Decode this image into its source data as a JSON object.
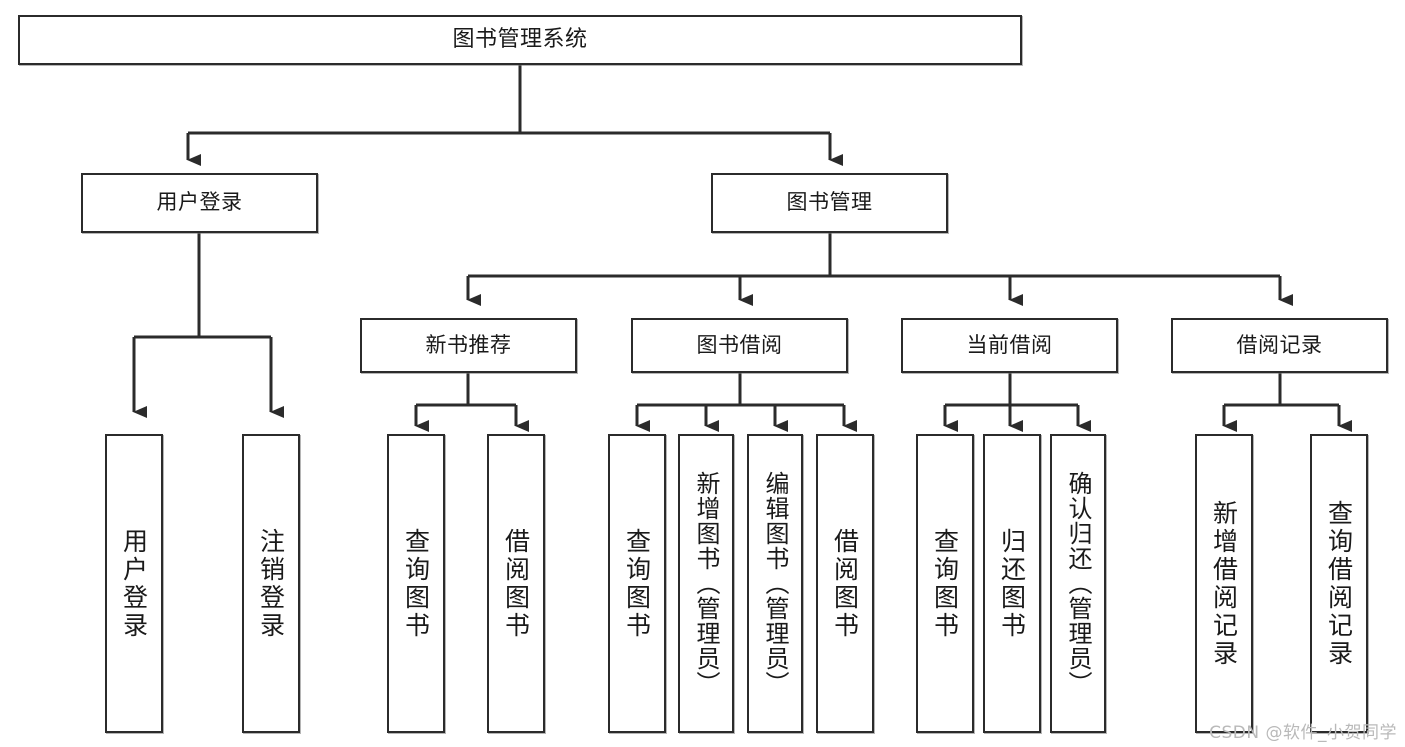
{
  "diagram": {
    "type": "tree",
    "title": "图书管理系统",
    "watermark": "CSDN @软件_小贺同学",
    "colors": {
      "stroke": "#2b2b2b",
      "fill": "#ffffff",
      "text": "#1a1a1a",
      "watermark": "#b9b9b9"
    },
    "nodes": {
      "root": {
        "label": "图书管理系统",
        "level": 0
      },
      "l1": [
        {
          "id": "user-login",
          "label": "用户登录"
        },
        {
          "id": "book-manage",
          "label": "图书管理"
        }
      ],
      "l2": [
        {
          "id": "new-book-rec",
          "label": "新书推荐"
        },
        {
          "id": "book-borrow",
          "label": "图书借阅"
        },
        {
          "id": "current-borrow",
          "label": "当前借阅"
        },
        {
          "id": "borrow-record",
          "label": "借阅记录"
        }
      ],
      "leaves": [
        {
          "id": "leaf-user-login",
          "label": "用户登录",
          "parent": "user-login"
        },
        {
          "id": "leaf-logout",
          "label": "注销登录",
          "parent": "user-login"
        },
        {
          "id": "leaf-query-book-1",
          "label": "查询图书",
          "parent": "new-book-rec"
        },
        {
          "id": "leaf-borrow-book-1",
          "label": "借阅图书",
          "parent": "new-book-rec"
        },
        {
          "id": "leaf-query-book-2",
          "label": "查询图书",
          "parent": "book-borrow"
        },
        {
          "id": "leaf-add-book",
          "label": "新增图书（管理员）",
          "parent": "book-borrow"
        },
        {
          "id": "leaf-edit-book",
          "label": "编辑图书（管理员）",
          "parent": "book-borrow"
        },
        {
          "id": "leaf-borrow-book-2",
          "label": "借阅图书",
          "parent": "book-borrow"
        },
        {
          "id": "leaf-query-book-3",
          "label": "查询图书",
          "parent": "current-borrow"
        },
        {
          "id": "leaf-return-book",
          "label": "归还图书",
          "parent": "current-borrow"
        },
        {
          "id": "leaf-confirm-return",
          "label": "确认归还（管理员）",
          "parent": "current-borrow"
        },
        {
          "id": "leaf-add-record",
          "label": "新增借阅记录",
          "parent": "borrow-record"
        },
        {
          "id": "leaf-query-record",
          "label": "查询借阅记录",
          "parent": "borrow-record"
        }
      ]
    }
  }
}
